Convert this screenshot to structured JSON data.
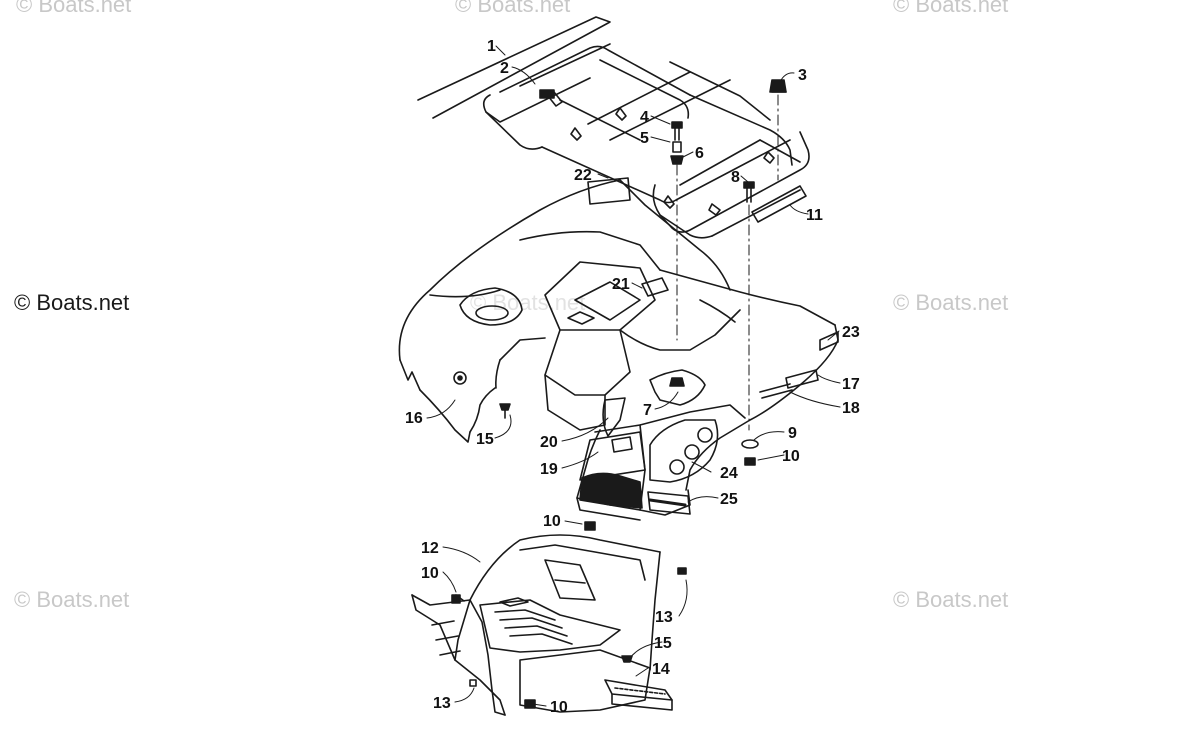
{
  "watermarks": {
    "top_left": "© Boats.net",
    "top_center": "© Boats.net",
    "top_right": "© Boats.net",
    "mid_left": "© Boats.net",
    "mid_right": "© Boats.net",
    "bottom_left": "© Boats.net",
    "bottom_right": "© Boats.net",
    "center_faint": "© Boats.net"
  },
  "callouts": [
    {
      "id": "c1",
      "label": "1"
    },
    {
      "id": "c2",
      "label": "2"
    },
    {
      "id": "c3",
      "label": "3"
    },
    {
      "id": "c4",
      "label": "4"
    },
    {
      "id": "c5",
      "label": "5"
    },
    {
      "id": "c6",
      "label": "6"
    },
    {
      "id": "c7",
      "label": "7"
    },
    {
      "id": "c8",
      "label": "8"
    },
    {
      "id": "c9",
      "label": "9"
    },
    {
      "id": "c10a",
      "label": "10"
    },
    {
      "id": "c10b",
      "label": "10"
    },
    {
      "id": "c10c",
      "label": "10"
    },
    {
      "id": "c10d",
      "label": "10"
    },
    {
      "id": "c11",
      "label": "11"
    },
    {
      "id": "c12",
      "label": "12"
    },
    {
      "id": "c13a",
      "label": "13"
    },
    {
      "id": "c13b",
      "label": "13"
    },
    {
      "id": "c14",
      "label": "14"
    },
    {
      "id": "c15a",
      "label": "15"
    },
    {
      "id": "c15b",
      "label": "15"
    },
    {
      "id": "c16",
      "label": "16"
    },
    {
      "id": "c17",
      "label": "17"
    },
    {
      "id": "c18",
      "label": "18"
    },
    {
      "id": "c19",
      "label": "19"
    },
    {
      "id": "c20",
      "label": "20"
    },
    {
      "id": "c21",
      "label": "21"
    },
    {
      "id": "c22",
      "label": "22"
    },
    {
      "id": "c23",
      "label": "23"
    },
    {
      "id": "c24",
      "label": "24"
    },
    {
      "id": "c25",
      "label": "25"
    }
  ],
  "colors": {
    "line": "#1a1a1a",
    "watermark": "#c8c8c8",
    "background": "#ffffff"
  }
}
